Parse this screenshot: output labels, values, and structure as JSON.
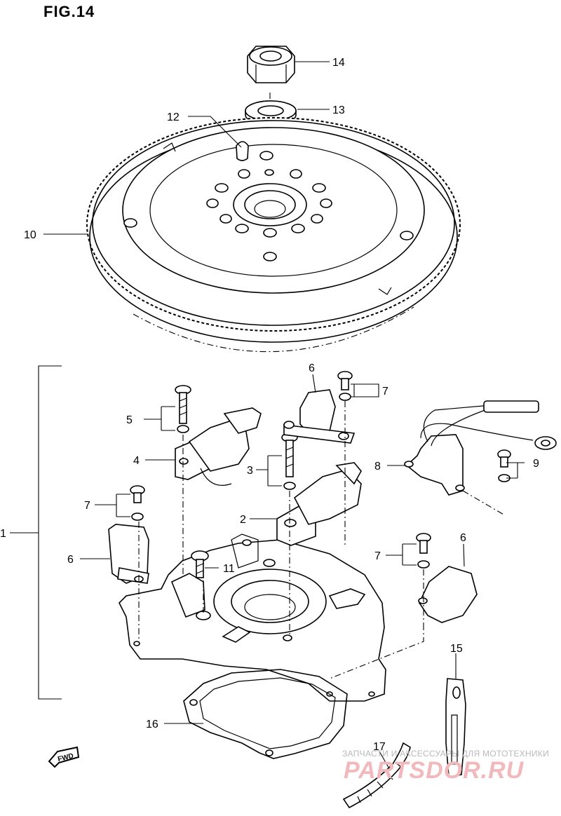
{
  "figure": {
    "title": "FIG.14"
  },
  "callouts": [
    {
      "id": "14",
      "label": "14"
    },
    {
      "id": "13",
      "label": "13"
    },
    {
      "id": "12",
      "label": "12"
    },
    {
      "id": "10",
      "label": "10"
    },
    {
      "id": "6a",
      "label": "6"
    },
    {
      "id": "7a",
      "label": "7"
    },
    {
      "id": "5",
      "label": "5"
    },
    {
      "id": "4",
      "label": "4"
    },
    {
      "id": "3",
      "label": "3"
    },
    {
      "id": "8",
      "label": "8"
    },
    {
      "id": "9",
      "label": "9"
    },
    {
      "id": "1",
      "label": "1"
    },
    {
      "id": "7b",
      "label": "7"
    },
    {
      "id": "2",
      "label": "2"
    },
    {
      "id": "6b",
      "label": "6"
    },
    {
      "id": "11",
      "label": "11"
    },
    {
      "id": "7c",
      "label": "7"
    },
    {
      "id": "6c",
      "label": "6"
    },
    {
      "id": "15",
      "label": "15"
    },
    {
      "id": "16",
      "label": "16"
    },
    {
      "id": "17",
      "label": "17"
    }
  ],
  "direction_arrow": {
    "label": "FWD"
  },
  "watermark": {
    "caption": "ЗАПЧАСТИ И АКСЕССУАРЫ ДЛЯ МОТОТЕХНИКИ",
    "brand": "PARTSDOR.RU"
  }
}
